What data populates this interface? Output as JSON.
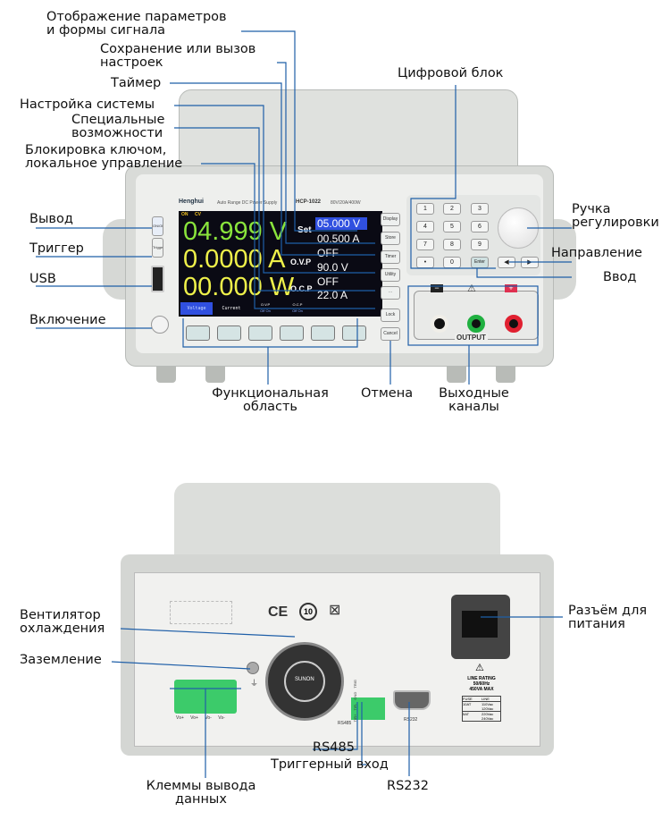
{
  "labels": {
    "display_params": "Отображение параметров\nи формы сигнала",
    "store_recall": "Сохранение или вызов\nнастроек",
    "timer": "Таймер",
    "system_settings": "Настройка системы",
    "special": "Специальные\nвозможности",
    "key_lock": "Блокировка ключом,\nлокальное управление",
    "numeric_block": "Цифровой блок",
    "knob": "Ручка\nрегулировки",
    "direction": "Направление",
    "enter": "Ввод",
    "output": "Вывод",
    "trigger": "Триггер",
    "usb": "USB",
    "power_on": "Включение",
    "function_area": "Функциональная\nобласть",
    "cancel": "Отмена",
    "output_channels": "Выходные\nканалы",
    "fan": "Вентилятор\nохлаждения",
    "ground": "Заземление",
    "power_socket": "Разъём для\nпитания",
    "rs485": "RS485",
    "trigger_input": "Триггерный вход",
    "rs232": "RS232",
    "data_terminals": "Клеммы вывода\nданных"
  },
  "device": {
    "brand": "Henghui",
    "subtitle": "Auto Range DC Power Supply",
    "model": "HCP-1022",
    "rating": "80V/20A/400W",
    "left_buttons": [
      "ON/OFF",
      "Trigger"
    ],
    "side_buttons": [
      "Display",
      "Store",
      "Timer",
      "Utility",
      "⋯",
      "Lock",
      "Cancel"
    ],
    "keypad": [
      "1",
      "2",
      "3",
      "4",
      "5",
      "6",
      "7",
      "8",
      "9",
      "•",
      "0",
      "Enter"
    ],
    "arrows": [
      "◀",
      "▶"
    ],
    "output_label": "OUTPUT",
    "minus": "−",
    "plus": "+"
  },
  "screen": {
    "status": [
      "ON",
      "CV"
    ],
    "voltage": "04.999 V",
    "current": "0.0000 A",
    "power": "00.000 W",
    "set_label": "Set",
    "set_voltage": "05.000 V",
    "set_current": "00.500 A",
    "ovp_label": "O.V.P",
    "ovp_state": "OFF",
    "ovp_value": "90.0 V",
    "ocp_label": "O.C.P",
    "ocp_state": "OFF",
    "ocp_value": "22.0 A",
    "softkeys": [
      "Voltage",
      "Current",
      "O.V.P",
      "O.C.P"
    ],
    "softkey_states": [
      "Off On",
      "Off On"
    ]
  },
  "rear": {
    "ce": "CE",
    "rohs": "10",
    "terminal_labels": [
      "Vs+",
      "Vo+",
      "Vo-",
      "Vs-"
    ],
    "port_labels": [
      "T/R+",
      "T/R-",
      "GND",
      "TRIG"
    ],
    "rs485_label": "RS485",
    "rs232_label": "RS232",
    "line_rating": "LINE RATING\n50/60Hz\n450VA MAX",
    "fuse_table": [
      [
        "FUSE",
        "LINE"
      ],
      [
        "10AT",
        "110Vac 120Vac"
      ],
      [
        "5AT",
        "220Vac 240Vac"
      ]
    ],
    "fan_brand": "SUNON"
  },
  "colors": {
    "leader": "#1f5fa8",
    "screen_bg": "#0a0a14",
    "reading": "#b8f03c",
    "highlight": "#3050e0"
  }
}
